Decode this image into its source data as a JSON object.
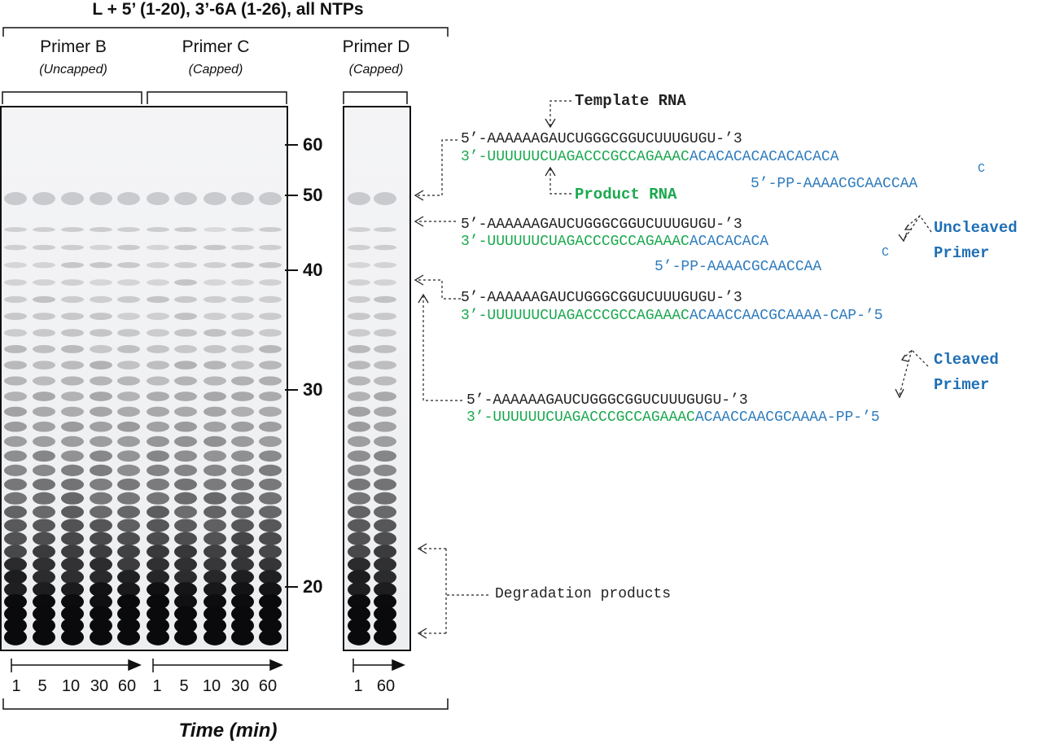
{
  "figure": {
    "title": "L + 5’ (1-20), 3’-6A (1-26), all NTPs",
    "groups": [
      {
        "name": "Primer B",
        "note": "Uncapped",
        "times": [
          "1",
          "5",
          "10",
          "30",
          "60"
        ]
      },
      {
        "name": "Primer C",
        "note": "Capped",
        "times": [
          "1",
          "5",
          "10",
          "30",
          "60"
        ]
      },
      {
        "name": "Primer D",
        "note": "Capped",
        "times": [
          "1",
          "60"
        ]
      }
    ],
    "mw_markers": [
      "60",
      "50",
      "40",
      "30",
      "20"
    ],
    "x_label": "Time (min)"
  },
  "annotations": {
    "template_label": "Template RNA",
    "product_label": "Product RNA",
    "uncleaved_label": [
      "Uncleaved",
      "Primer"
    ],
    "cleaved_label": [
      "Cleaved",
      "Primer"
    ],
    "degradation_label": "Degradation products"
  },
  "sequences": {
    "s1_top": "5’-AAAAAAGAUCUGGGCGGUCUUUGUGU-’3",
    "s1_bottom_green": "3’-UUUUUUCUAGACCCGCCAGAAAC",
    "s1_bottom_blue": "ACACACACACACACACA",
    "s1_primer": "5’-PP-AAAACGCAACCAA",
    "s1_turn": "C",
    "s2_top": "5’-AAAAAAGAUCUGGGCGGUCUUUGUGU-’3",
    "s2_bottom_green": "3’-UUUUUUCUAGACCCGCCAGAAAC",
    "s2_bottom_blue": "ACACACACA",
    "s2_primer": "5’-PP-AAAACGCAACCAA",
    "s2_turn": "C",
    "s3_top": "5’-AAAAAAGAUCUGGGCGGUCUUUGUGU-’3",
    "s3_bottom_green": "3’-UUUUUUCUAGACCCGCCAGAAAC",
    "s3_bottom_blue": "ACAACCAACGCAAAA-CAP-’5",
    "s4_top": "5’-AAAAAAGAUCUGGGCGGUCUUUGUGU-’3",
    "s4_bottom_green": "3’-UUUUUUCUAGACCCGCCAGAAAC",
    "s4_bottom_blue": "ACAACCAACGCAAAA-PP-’5"
  },
  "colors": {
    "green": "#1aa84e",
    "blue": "#2e7bbd"
  }
}
